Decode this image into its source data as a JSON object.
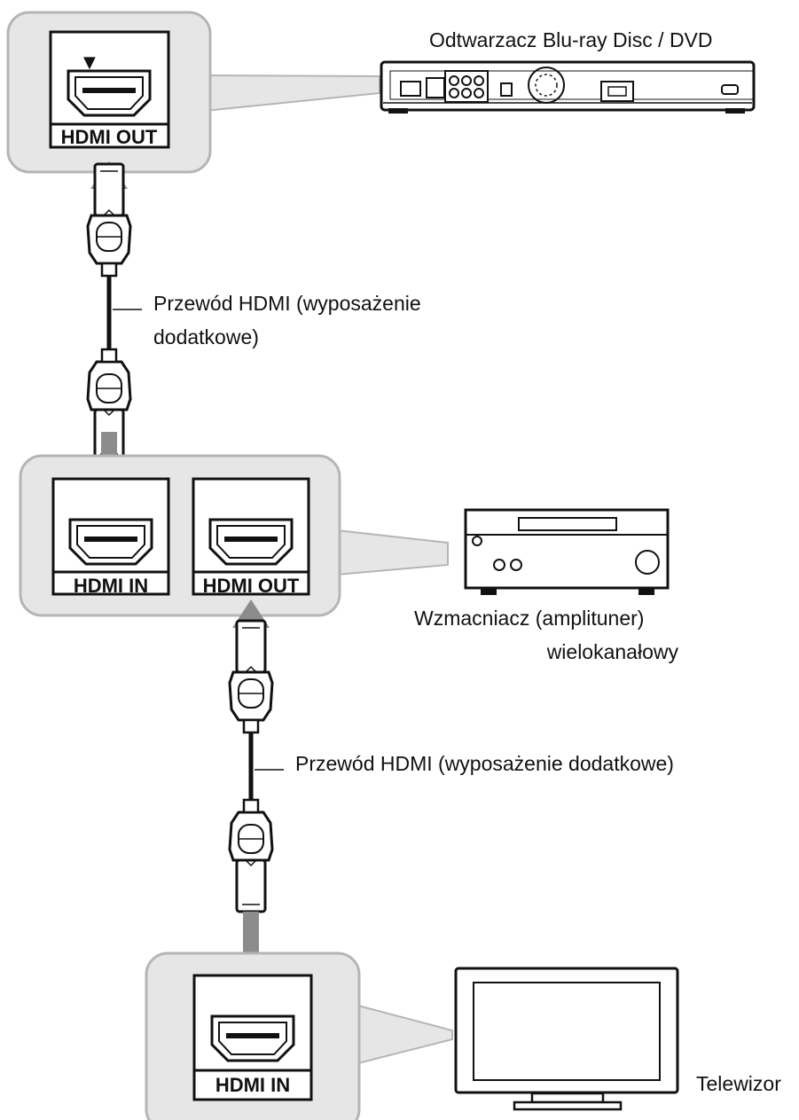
{
  "devices": {
    "player": "Odtwarzacz Blu-ray Disc / DVD",
    "amplifier_line1": "Wzmacniacz (amplituner)",
    "amplifier_line2": "wielokanałowy",
    "tv": "Telewizor"
  },
  "ports": {
    "player_out": "HDMI OUT",
    "amp_in": "HDMI IN",
    "amp_out": "HDMI OUT",
    "tv_in": "HDMI IN"
  },
  "cables": {
    "cable1_line1": "Przewód HDMI (wyposażenie",
    "cable1_line2": "dodatkowe)",
    "cable2": "Przewód HDMI (wyposażenie dodatkowe)"
  },
  "colors": {
    "panel_fill": "#e6e6e6",
    "panel_stroke": "#b5b5b5",
    "arrow": "#8c8c8c"
  }
}
